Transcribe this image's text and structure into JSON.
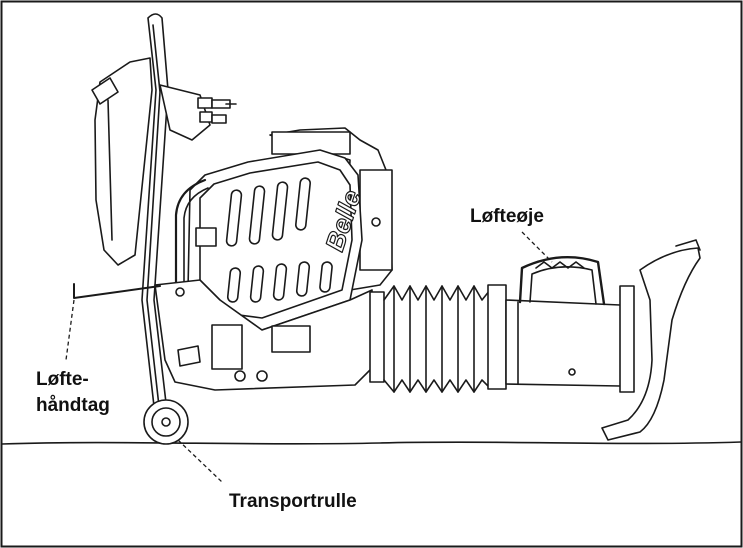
{
  "labels": {
    "lifting_eye": "Løfteøje",
    "lifting_handle_line1": "Løfte-",
    "lifting_handle_line2": "håndtag",
    "transport_wheel": "Transportrulle"
  },
  "brand_mark": "Belle",
  "colors": {
    "line": "#1a1a1a",
    "fill": "#ffffff",
    "text": "#111111"
  }
}
